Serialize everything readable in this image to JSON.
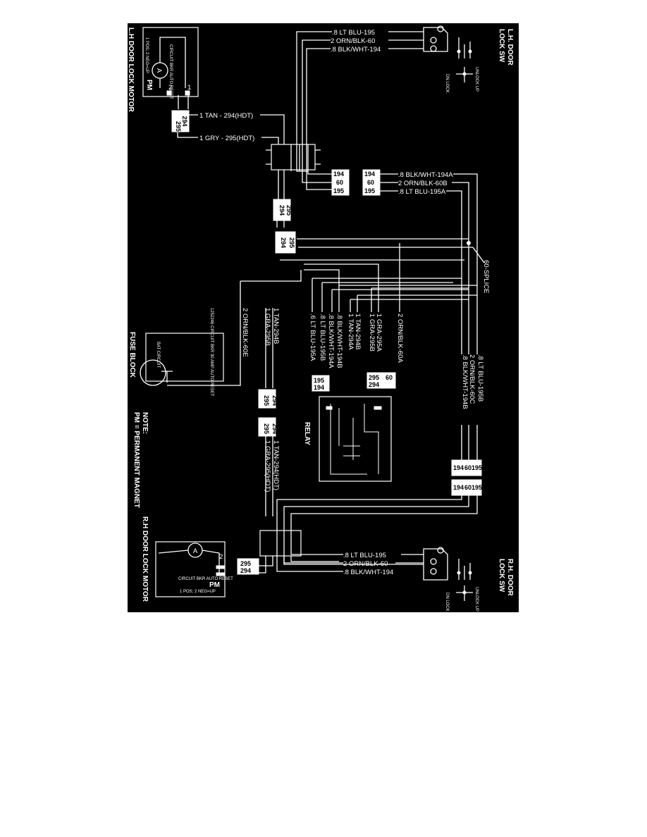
{
  "labels": {
    "lh_motor_title": "L.H DOOR LOCK MOTOR",
    "lh_motor_note": "1 POS; 2 NEG=UP",
    "lh_breaker": "CIRCUIT BKR\nAUTO RESET",
    "pm": "PM",
    "a": "A",
    "pin1": "1",
    "pin2": "2",
    "w_tan294_hdt": "1 TAN - 294(HDT)",
    "w_gry295_hdt": "1 GRY - 295(HDT)",
    "lh_sw_title_1": "L.H. DOOR",
    "lh_sw_title_2": "LOCK SW",
    "unlock_up": "UNLOCK UP",
    "dn_lock": "DN LOCK",
    "lh_w195": ".8 LT BLU-195",
    "lh_w60": "2 ORN/BLK-60",
    "lh_w194": ".8 BLK/WHT-194",
    "w194a": ".8 BLK/WHT-194A",
    "w60b": "2 ORN/BLK-60B",
    "w195a": ".8 LT BLU-195A",
    "splice": "60-SPLICE",
    "bus_60a": "2 ORN/BLK-60A",
    "bus_295a": "1 GRA-295A",
    "bus_295b": "1 GRA-295B",
    "bus_294b": "1 TAN-294B",
    "bus_294a": "1 TAN-294A",
    "bus_194b": ".8 BLK/WHT-194B",
    "bus_194a": ".8 BLK/WHT-194A",
    "bus_195b": ".8 LT BLU-195B",
    "bus_195a": ".6 LT BLU-195A",
    "w60e": "2 ORN/BLK-60E",
    "cb_label": "1252246 CIRCUIT BKR\n30 AMP AUTO RESET",
    "bat_circuit": "BAT CIRCUIT",
    "fuse_block": "FUSE BLOCK",
    "w294b_left": "1 TAN-294B",
    "w295b_left": "1 GRA-295B",
    "note_1": "NOTE:",
    "note_2": "PM = PERMANENT MAGNET",
    "relay": "RELAY",
    "w294_hdt_r": "1 TAN-294(HDT)",
    "w295_hdt_r": "1 GRA-295(HDT)",
    "rw195b": ".8 LT BLU-195B",
    "rw60c": "2 ORN/BLK-60C",
    "rw194b": ".8 BLK/WHT-194B",
    "rh_motor_title": "R.H DOOR LOCK MOTOR",
    "rh_motor_note": "1 POS; 2 NEG=UP",
    "rh_breaker": "CIRCUIT BKR\nAUTO RESET",
    "rh_sw_title_1": "R.H. DOOR",
    "rh_sw_title_2": "LOCK SW",
    "rh_w195": ".8 LT BLU-195",
    "rh_w60": "2 ORN/BLK-60",
    "rh_w194": ".8 BLK/WHT-194",
    "c294": "294",
    "c295": "295",
    "c194": "194",
    "c60": "60",
    "c195": "195"
  }
}
